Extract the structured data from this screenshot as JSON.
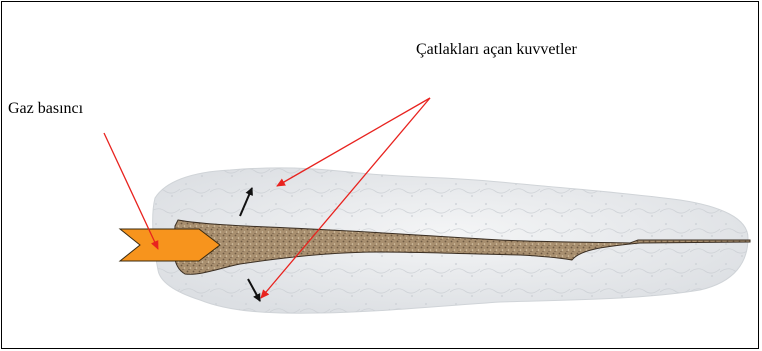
{
  "labels": {
    "forces": "Çatlakları açan kuvvetler",
    "gas_pressure": "Gaz basıncı"
  },
  "colors": {
    "annotation_arrow": "#e8231f",
    "gas_arrow_fill": "#f7941d",
    "rock": "#e6e9ec",
    "crack_fill": "#a58e70",
    "frame": "#000000"
  },
  "icons": {
    "gas_arrow": "orange-chevron-arrow",
    "force_arrows": "black-arrow-icon"
  }
}
